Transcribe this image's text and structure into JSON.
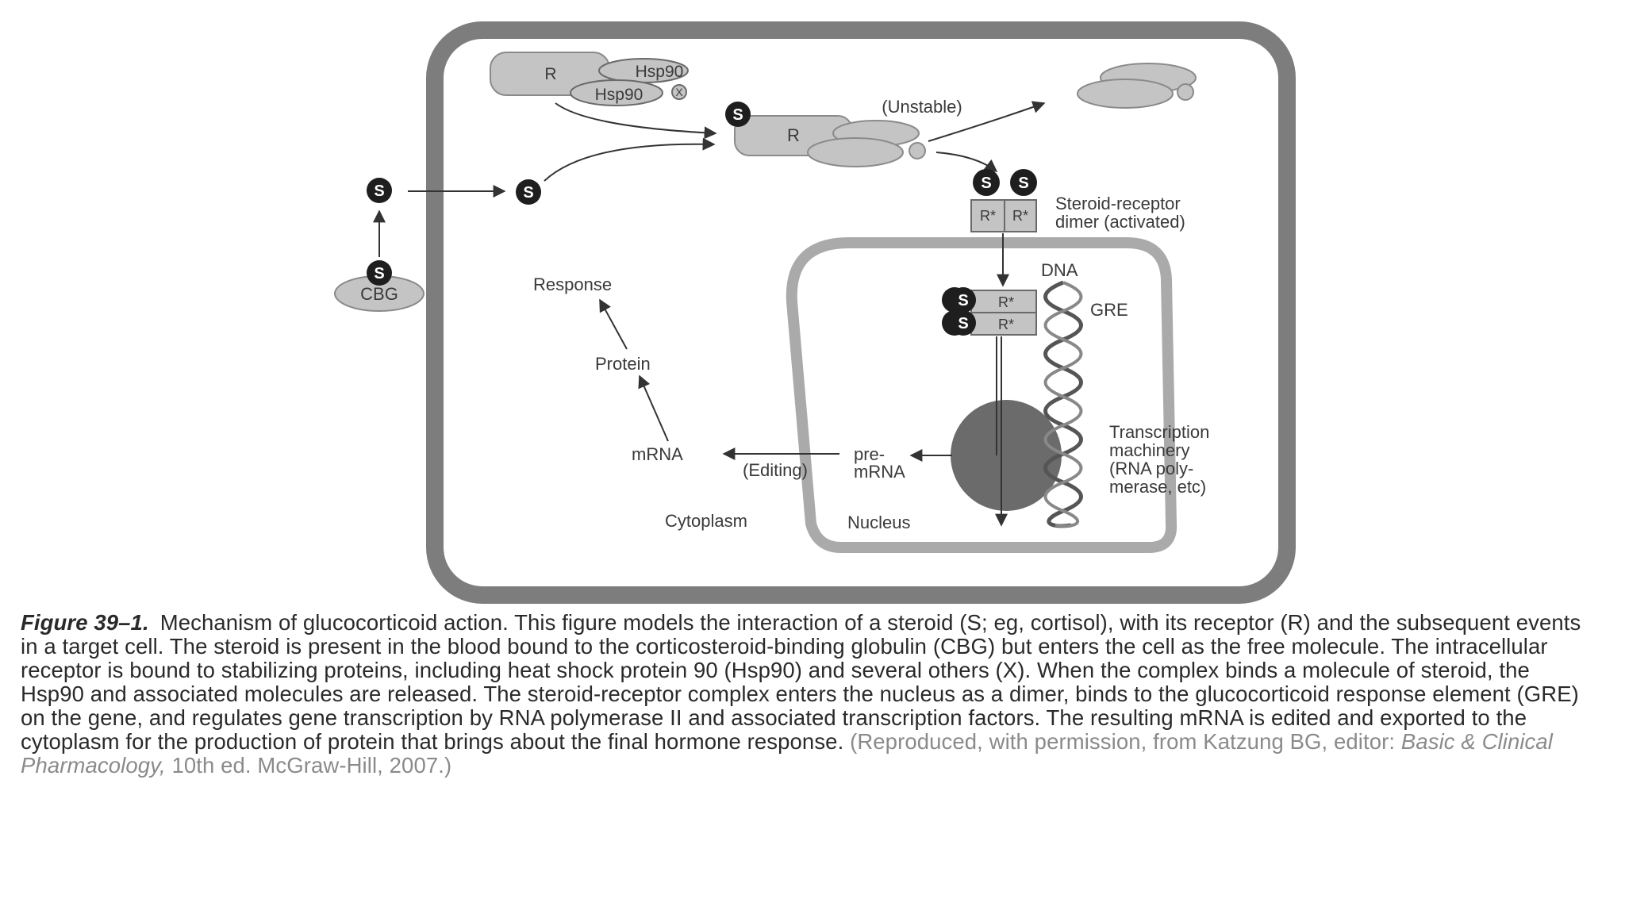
{
  "diagram": {
    "labels": {
      "r_top": "R",
      "hsp90_a": "Hsp90",
      "hsp90_b": "Hsp90",
      "x": "X",
      "s": "S",
      "r_mid": "R",
      "unstable": "(Unstable)",
      "r_star": "R*",
      "dimer_line1": "Steroid-receptor",
      "dimer_line2": "dimer (activated)",
      "cbg": "CBG",
      "dna": "DNA",
      "gre": "GRE",
      "response": "Response",
      "protein": "Protein",
      "mrna": "mRNA",
      "editing": "(Editing)",
      "pre": "pre-",
      "pre_mrna": "mRNA",
      "tm_line1": "Transcription",
      "tm_line2": "machinery",
      "tm_line3": "(RNA poly-",
      "tm_line4": "merase, etc)",
      "cytoplasm": "Cytoplasm",
      "nucleus": "Nucleus"
    },
    "colors": {
      "cell_border": "#7d7d7d",
      "protein_fill": "#c4c4c4",
      "steroid_fill": "#1e1e1e",
      "machinery_fill": "#6b6b6b",
      "arrow": "#333333"
    }
  },
  "caption": {
    "figure_label": "Figure 39–1.",
    "text": "Mechanism of glucocorticoid action. This figure models the interaction of a steroid (S; eg, cortisol), with its receptor (R) and the subsequent events in a target cell. The steroid is present in the blood bound to the corticosteroid-binding globulin (CBG) but enters the cell as the free molecule. The intracellular receptor is bound to stabilizing proteins, including heat shock protein 90 (Hsp90) and several others (X). When the complex binds a molecule of steroid, the Hsp90 and associated molecules are released. The steroid-receptor complex enters the nucleus as a dimer, binds to the glucocorticoid response element (GRE) on the gene, and regulates gene transcription by RNA polymerase II and associated transcription factors. The resulting mRNA is edited and exported to the cytoplasm for the production of protein that brings about the final hormone response.",
    "credit_prefix": "(Reproduced, with permission, from Katzung BG, editor:",
    "credit_title": "Basic & Clinical Pharmacology,",
    "credit_suffix": "10th ed. McGraw-Hill, 2007.)"
  }
}
